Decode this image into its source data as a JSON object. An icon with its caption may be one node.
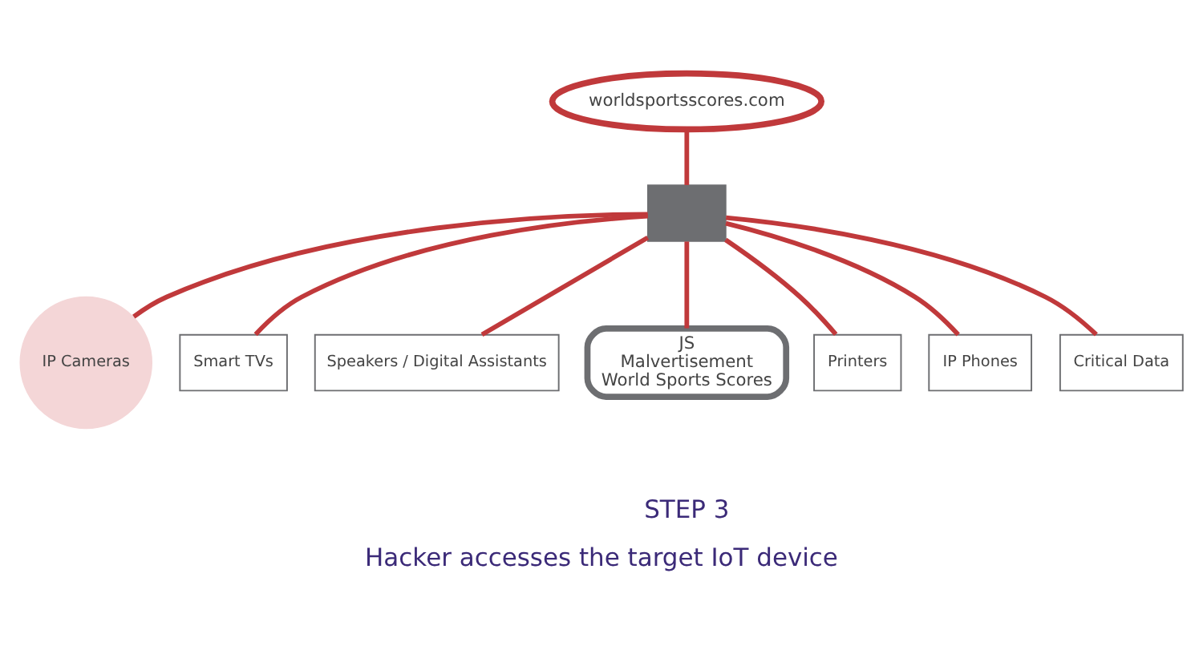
{
  "diagram": {
    "title": "Hacker accesses the target IoT device",
    "nodes": [
      {
        "text": [
          "worldsportsscores.com"
        ]
      },
      {
        "text": [],
        "shape": "box"
      },
      {
        "text": [
          "IP Cameras"
        ]
      },
      {
        "text": [
          "Smart TVs"
        ]
      },
      {
        "text": [
          "Speakers / Digital Assistants"
        ]
      },
      {
        "text": [
          "JS",
          "Malvertisement",
          "World Sports Scores"
        ]
      },
      {
        "text": [
          "Printers"
        ]
      },
      {
        "text": [
          "IP Phones"
        ]
      },
      {
        "text": [
          "Critical Data"
        ]
      }
    ],
    "edges": [
      {
        "from": 0,
        "to": 1,
        "arrow": "none"
      },
      {
        "from": 1,
        "to": 2,
        "arrow": "none"
      },
      {
        "from": 1,
        "to": 3,
        "arrow": "none"
      },
      {
        "from": 1,
        "to": 4,
        "arrow": "none"
      },
      {
        "from": 1,
        "to": 5,
        "arrow": "none"
      },
      {
        "from": 1,
        "to": 6,
        "arrow": "none"
      },
      {
        "from": 1,
        "to": 7,
        "arrow": "none"
      },
      {
        "from": 1,
        "to": 8,
        "arrow": "none"
      }
    ],
    "labels": [
      "STEP 3"
    ]
  }
}
